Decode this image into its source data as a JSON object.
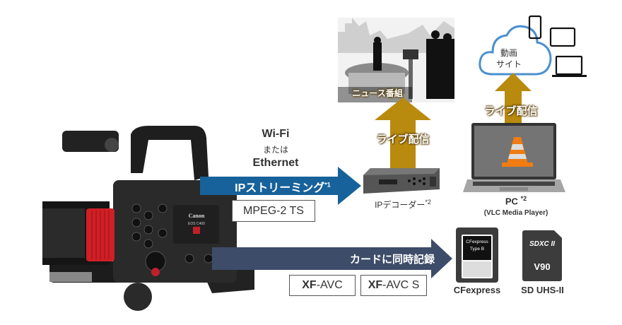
{
  "connection": {
    "line1": "Wi-Fi",
    "line2": "または",
    "line3": "Ethernet"
  },
  "streaming_arrow": {
    "label": "IPストリーミング",
    "note": "*1"
  },
  "format_box": "MPEG-2 TS",
  "decoder": {
    "label": "IPデコーダー",
    "note": "*2"
  },
  "news": {
    "label": "ニュース番組"
  },
  "live_label_1": "ライブ配信",
  "live_label_2": "ライブ配信",
  "cloud": {
    "line1": "動画",
    "line2": "サイト"
  },
  "pc": {
    "label": "PC",
    "note": "*2",
    "sub": "(VLC Media Player)"
  },
  "record_arrow": {
    "label": "カードに同時記録"
  },
  "codecs": [
    {
      "bold": "XF",
      "rest": "-AVC"
    },
    {
      "bold": "XF",
      "rest": "-AVC S"
    }
  ],
  "cards": {
    "cfexpress": {
      "label": "CFexpress",
      "card_text1": "CFexpress",
      "card_text2": "Type B"
    },
    "sd": {
      "label": "SD UHS-II",
      "logo_text": "SDXC II",
      "speed": "V90"
    }
  },
  "camera": {
    "brand": "Canon",
    "model": "EOS C400"
  },
  "colors": {
    "stream_blue": "#17629a",
    "record_navy": "#3d4c68",
    "gold": "#b88a0e",
    "cloud_blue": "#4a90d0",
    "lens_red": "#d01f26"
  }
}
